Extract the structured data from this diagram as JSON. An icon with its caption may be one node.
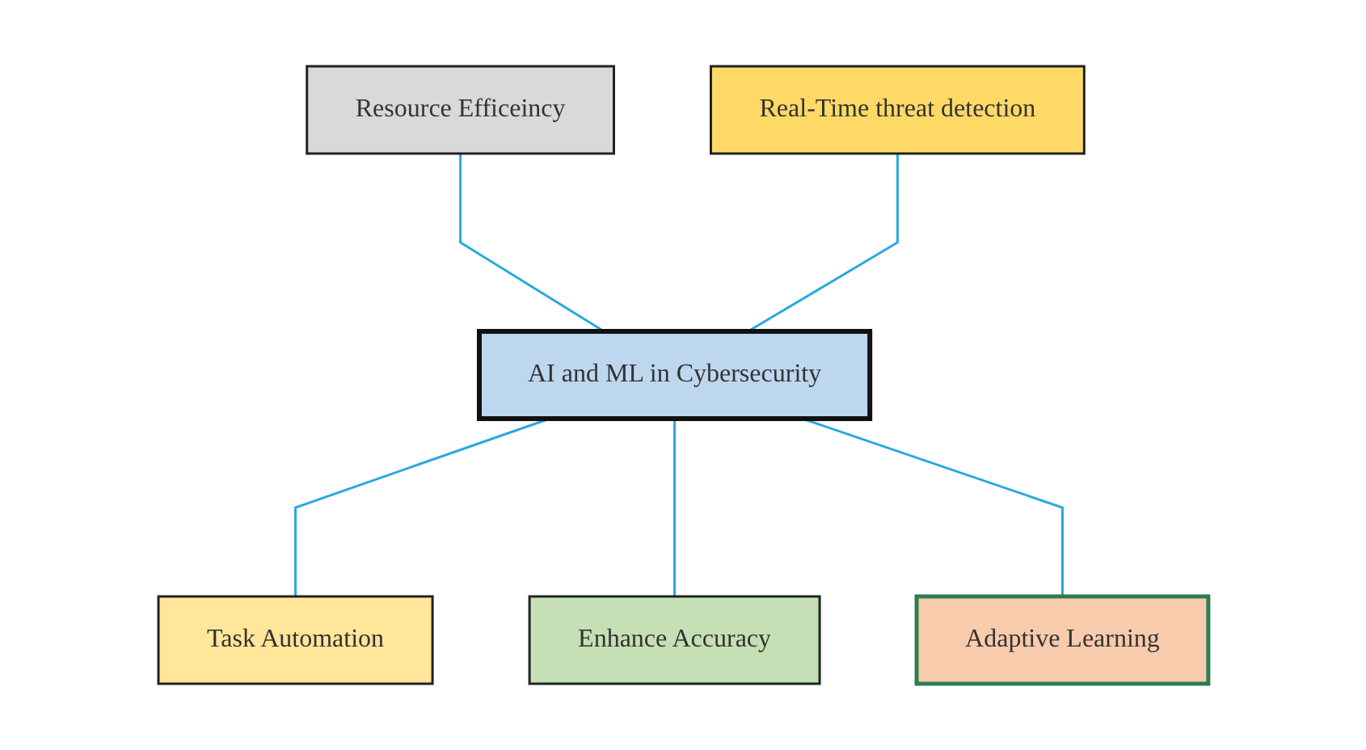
{
  "diagram": {
    "nodes": [
      {
        "text": [
          "Resource Efficeincy"
        ]
      },
      {
        "text": [
          "Real-Time threat detection"
        ]
      },
      {
        "text": [
          "AI and ML in Cybersecurity"
        ]
      },
      {
        "text": [
          "Task Automation"
        ]
      },
      {
        "text": [
          "Enhance Accuracy"
        ]
      },
      {
        "text": [
          "Adaptive Learning"
        ]
      }
    ],
    "edges": [
      {
        "from": 0,
        "to": 2,
        "arrow": "none"
      },
      {
        "from": 1,
        "to": 2,
        "arrow": "none"
      },
      {
        "from": 2,
        "to": 3,
        "arrow": "none"
      },
      {
        "from": 2,
        "to": 4,
        "arrow": "none"
      },
      {
        "from": 2,
        "to": 5,
        "arrow": "none"
      }
    ]
  }
}
